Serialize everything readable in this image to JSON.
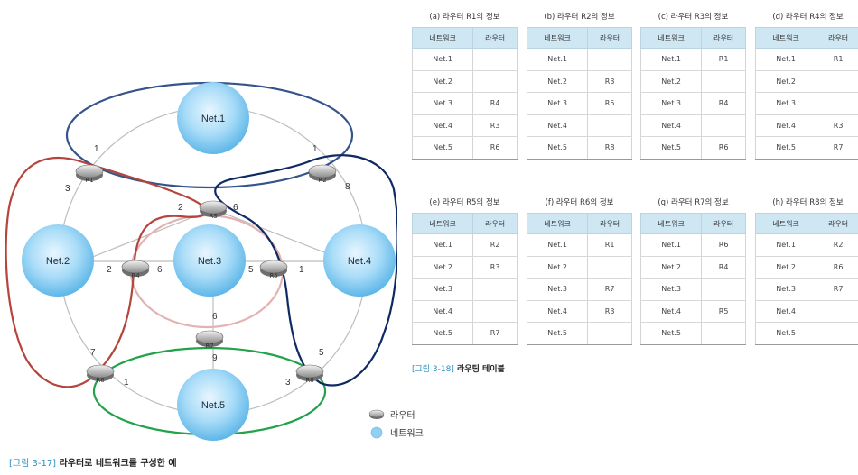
{
  "diagram": {
    "networks": {
      "net1": "Net.1",
      "net2": "Net.2",
      "net3": "Net.3",
      "net4": "Net.4",
      "net5": "Net.5"
    },
    "routers": {
      "r1": "R1",
      "r2": "R2",
      "r3": "R3",
      "r4": "R4",
      "r5": "R5",
      "r6": "R6",
      "r7": "R7",
      "r8": "R8"
    },
    "hops": {
      "r1_net1": "1",
      "r1_net2": "3",
      "r2_net1": "1",
      "r2_net4": "8",
      "r3_net2": "2",
      "r3_net4": "6",
      "r4_net2": "2",
      "r4_net3": "6",
      "r5_net3": "5",
      "r5_net4": "1",
      "r7_net3": "6",
      "r7_net5": "9",
      "r6_net2": "7",
      "r6_net5": "1",
      "r8_net5": "3",
      "r8_net4": "5"
    },
    "figure_caption": {
      "num": "[그림 3-17]",
      "text": "라우터로 네트워크를 구성한 예"
    }
  },
  "legend": {
    "router": "라우터",
    "network": "네트워크"
  },
  "tables_caption": {
    "num": "[그림 3-18]",
    "text": "라우팅 테이블"
  },
  "tables": [
    {
      "title": "(a) 라우터 R1의 정보",
      "col1": "네트워크",
      "col2": "라우터",
      "rows": [
        [
          "Net.1",
          ""
        ],
        [
          "Net.2",
          ""
        ],
        [
          "Net.3",
          "R4"
        ],
        [
          "Net.4",
          "R3"
        ],
        [
          "Net.5",
          "R6"
        ]
      ]
    },
    {
      "title": "(b) 라우터 R2의 정보",
      "col1": "네트워크",
      "col2": "라우터",
      "rows": [
        [
          "Net.1",
          ""
        ],
        [
          "Net.2",
          "R3"
        ],
        [
          "Net.3",
          "R5"
        ],
        [
          "Net.4",
          ""
        ],
        [
          "Net.5",
          "R8"
        ]
      ]
    },
    {
      "title": "(c) 라우터 R3의 정보",
      "col1": "네트워크",
      "col2": "라우터",
      "rows": [
        [
          "Net.1",
          "R1"
        ],
        [
          "Net.2",
          ""
        ],
        [
          "Net.3",
          "R4"
        ],
        [
          "Net.4",
          ""
        ],
        [
          "Net.5",
          "R6"
        ]
      ]
    },
    {
      "title": "(d) 라우터 R4의 정보",
      "col1": "네트워크",
      "col2": "라우터",
      "rows": [
        [
          "Net.1",
          "R1"
        ],
        [
          "Net.2",
          ""
        ],
        [
          "Net.3",
          ""
        ],
        [
          "Net.4",
          "R3"
        ],
        [
          "Net.5",
          "R7"
        ]
      ]
    },
    {
      "title": "(e) 라우터 R5의 정보",
      "col1": "네트워크",
      "col2": "라우터",
      "rows": [
        [
          "Net.1",
          "R2"
        ],
        [
          "Net.2",
          "R3"
        ],
        [
          "Net.3",
          ""
        ],
        [
          "Net.4",
          ""
        ],
        [
          "Net.5",
          "R7"
        ]
      ]
    },
    {
      "title": "(f) 라우터 R6의 정보",
      "col1": "네트워크",
      "col2": "라우터",
      "rows": [
        [
          "Net.1",
          "R1"
        ],
        [
          "Net.2",
          ""
        ],
        [
          "Net.3",
          "R7"
        ],
        [
          "Net.4",
          "R3"
        ],
        [
          "Net.5",
          ""
        ]
      ]
    },
    {
      "title": "(g) 라우터 R7의 정보",
      "col1": "네트워크",
      "col2": "라우터",
      "rows": [
        [
          "Net.1",
          "R6"
        ],
        [
          "Net.2",
          "R4"
        ],
        [
          "Net.3",
          ""
        ],
        [
          "Net.4",
          "R5"
        ],
        [
          "Net.5",
          ""
        ]
      ]
    },
    {
      "title": "(h) 라우터 R8의 정보",
      "col1": "네트워크",
      "col2": "라우터",
      "rows": [
        [
          "Net.1",
          "R2"
        ],
        [
          "Net.2",
          "R6"
        ],
        [
          "Net.3",
          "R7"
        ],
        [
          "Net.4",
          ""
        ],
        [
          "Net.5",
          ""
        ]
      ]
    }
  ]
}
